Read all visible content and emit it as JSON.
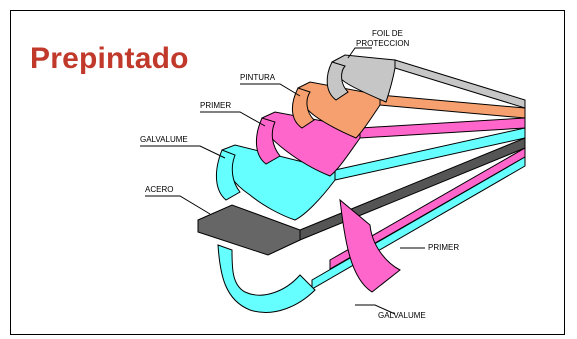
{
  "title": "Prepintado",
  "labels": {
    "foil_line1": "FOIL DE",
    "foil_line2": "PROTECCION",
    "pintura": "PINTURA",
    "primer_top": "PRIMER",
    "galvalume_top": "GALVALUME",
    "acero": "ACERO",
    "primer_bottom": "PRIMER",
    "galvalume_bottom": "GALVALUME"
  },
  "colors": {
    "title": "#c0392b",
    "foil": "#c6c6c6",
    "pintura": "#f5a06e",
    "primer": "#ff66cc",
    "galvalume": "#66ffff",
    "acero": "#666666"
  }
}
